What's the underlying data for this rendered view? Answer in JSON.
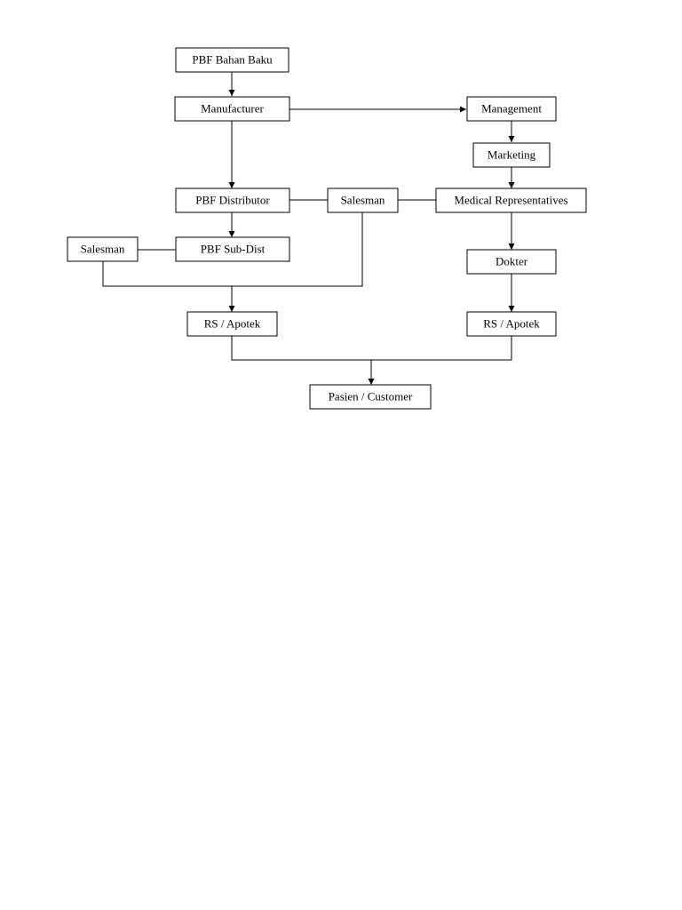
{
  "diagram": {
    "nodes": {
      "pbf_bahan_baku": "PBF Bahan Baku",
      "manufacturer": "Manufacturer",
      "management": "Management",
      "marketing": "Marketing",
      "pbf_distributor": "PBF Distributor",
      "salesman_center": "Salesman",
      "medical_representatives": "Medical Representatives",
      "salesman_left": "Salesman",
      "pbf_sub_dist": "PBF Sub-Dist",
      "dokter": "Dokter",
      "rs_apotek_left": "RS / Apotek",
      "rs_apotek_right": "RS / Apotek",
      "pasien_customer": "Pasien / Customer"
    },
    "edges": [
      {
        "from": "pbf_bahan_baku",
        "to": "manufacturer",
        "arrow": true
      },
      {
        "from": "manufacturer",
        "to": "management",
        "arrow": true
      },
      {
        "from": "management",
        "to": "marketing",
        "arrow": true
      },
      {
        "from": "marketing",
        "to": "medical_representatives",
        "arrow": true
      },
      {
        "from": "manufacturer",
        "to": "pbf_distributor",
        "arrow": true
      },
      {
        "from": "pbf_distributor",
        "to": "salesman_center",
        "arrow": false
      },
      {
        "from": "salesman_center",
        "to": "medical_representatives",
        "arrow": false
      },
      {
        "from": "pbf_distributor",
        "to": "pbf_sub_dist",
        "arrow": true
      },
      {
        "from": "salesman_left",
        "to": "pbf_sub_dist",
        "arrow": false
      },
      {
        "from": "medical_representatives",
        "to": "dokter",
        "arrow": true
      },
      {
        "from": "salesman_left",
        "to": "rs_apotek_left",
        "arrow": true
      },
      {
        "from": "salesman_center",
        "to": "rs_apotek_left",
        "arrow": true
      },
      {
        "from": "dokter",
        "to": "rs_apotek_right",
        "arrow": true
      },
      {
        "from": "rs_apotek_left",
        "to": "pasien_customer",
        "arrow": true
      },
      {
        "from": "rs_apotek_right",
        "to": "pasien_customer",
        "arrow": true
      }
    ]
  }
}
